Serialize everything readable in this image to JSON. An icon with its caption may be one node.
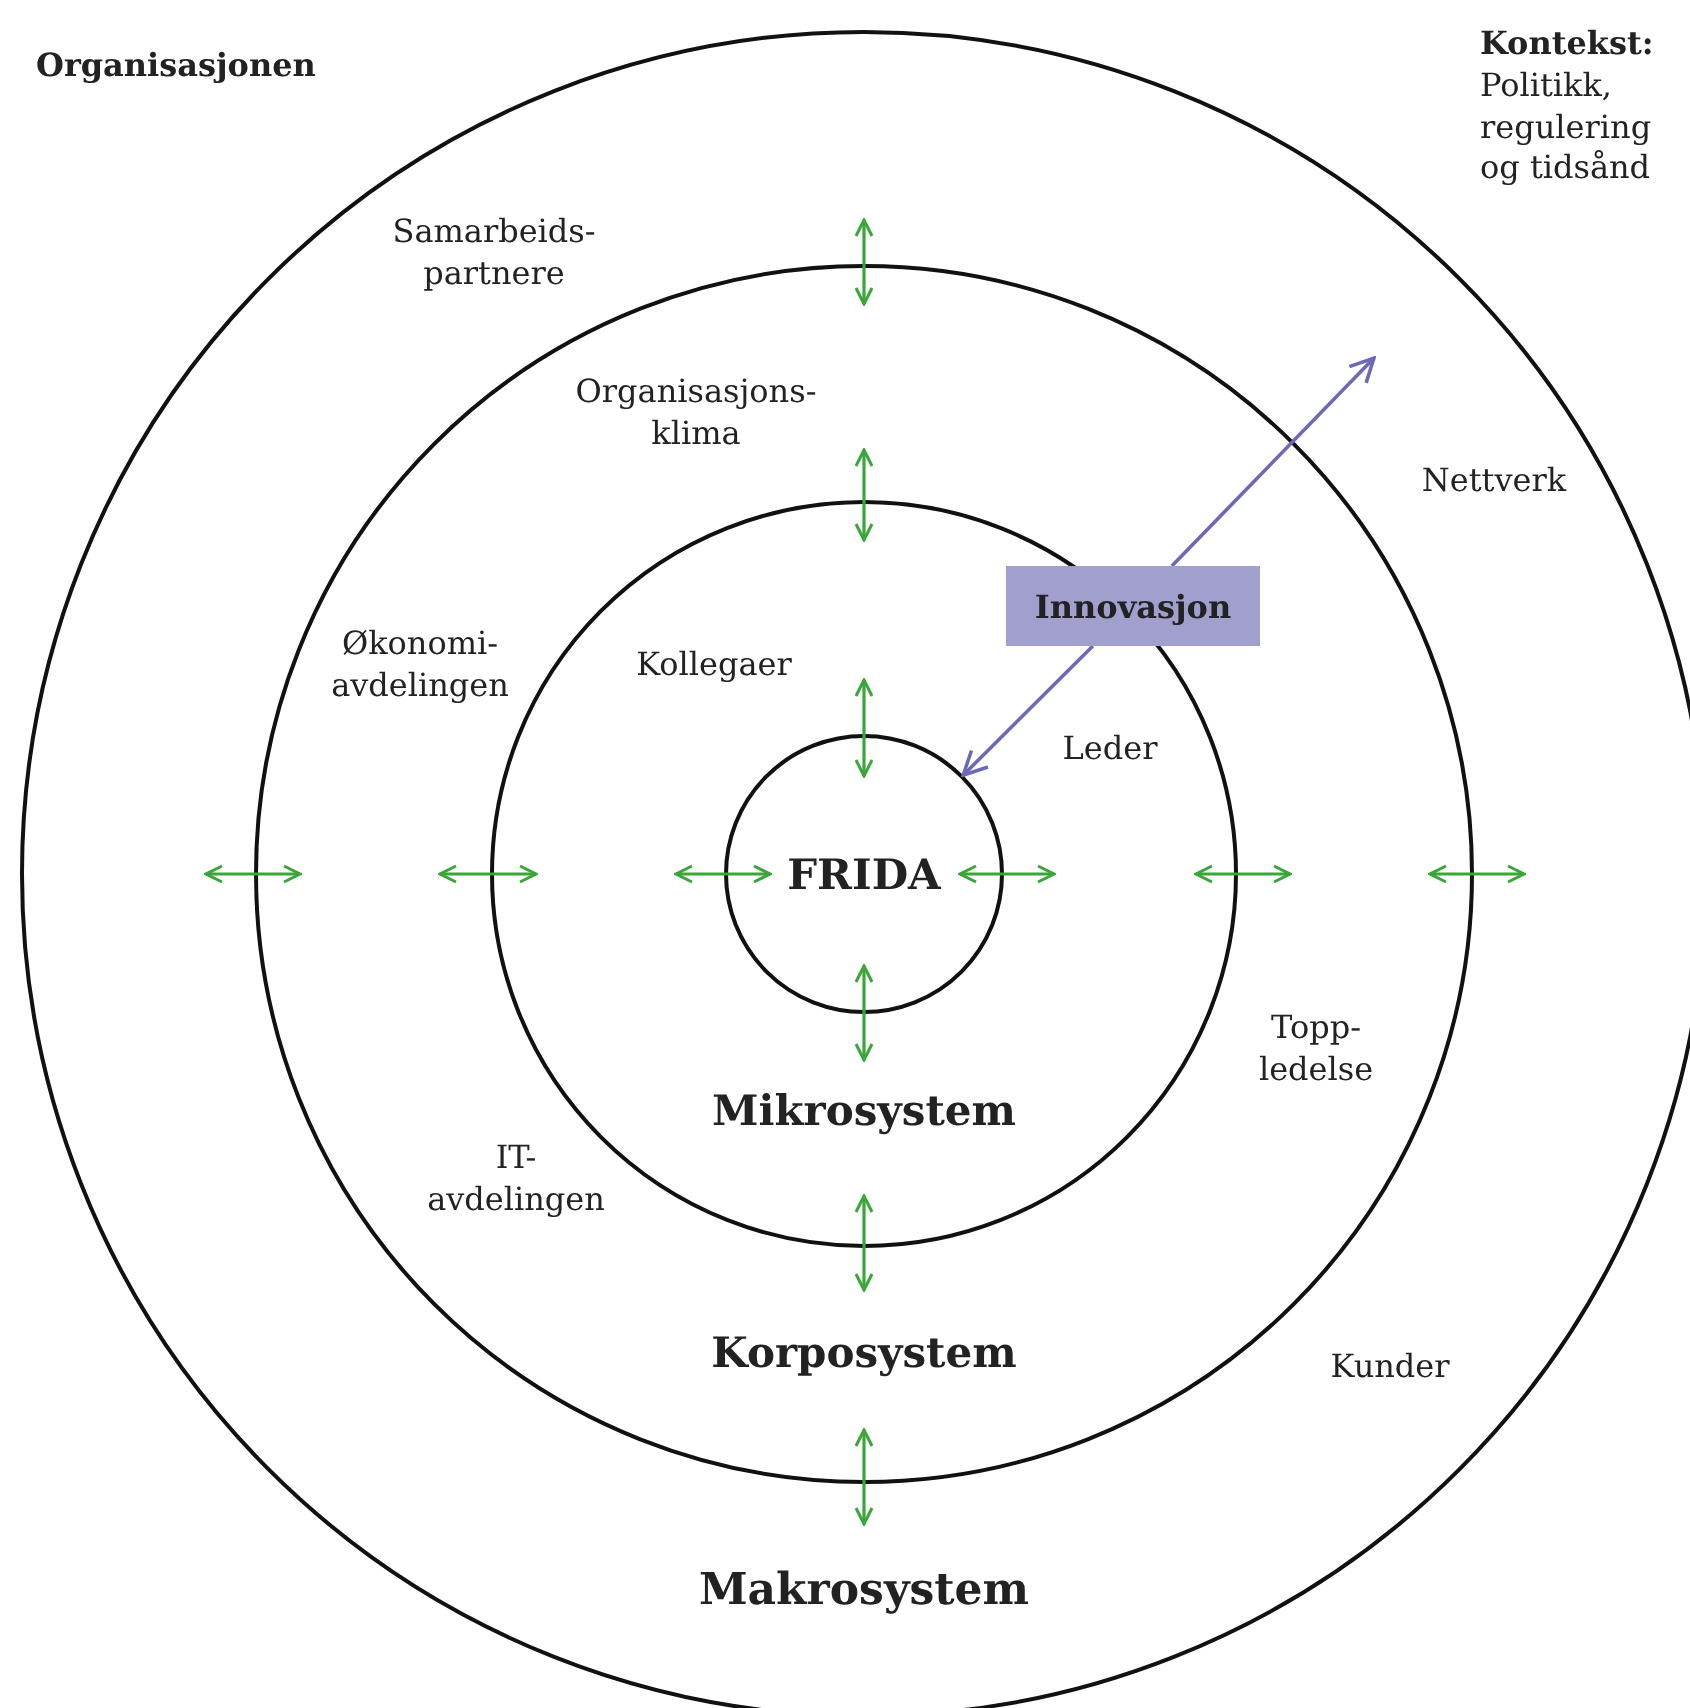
{
  "diagram": {
    "nodes": [
      {
        "text": [
          "Makrosystem"
        ]
      },
      {
        "text": [
          "Korposystem"
        ],
        "in": 0
      },
      {
        "text": [
          "Mikrosystem"
        ],
        "in": 1
      },
      {
        "text": [
          "FRIDA"
        ],
        "in": 2
      },
      {
        "text": [
          "Innovasjon"
        ],
        "in": 1
      }
    ],
    "edges": [
      {
        "from": 4,
        "to": null,
        "arrow": "to"
      },
      {
        "from": 4,
        "to": 3,
        "arrow": "to"
      }
    ],
    "labels": [
      "Organisasjonen",
      "**Kontekst:** Politikk, regulering og tidsånd",
      "Samarbeids-partnere",
      "Organisasjons-klima",
      "Nettverk",
      "Økonomi-avdelingen",
      "Kollegaer",
      "Leder",
      "Topp-ledelse",
      "IT-avdelingen",
      "Kunder"
    ]
  }
}
